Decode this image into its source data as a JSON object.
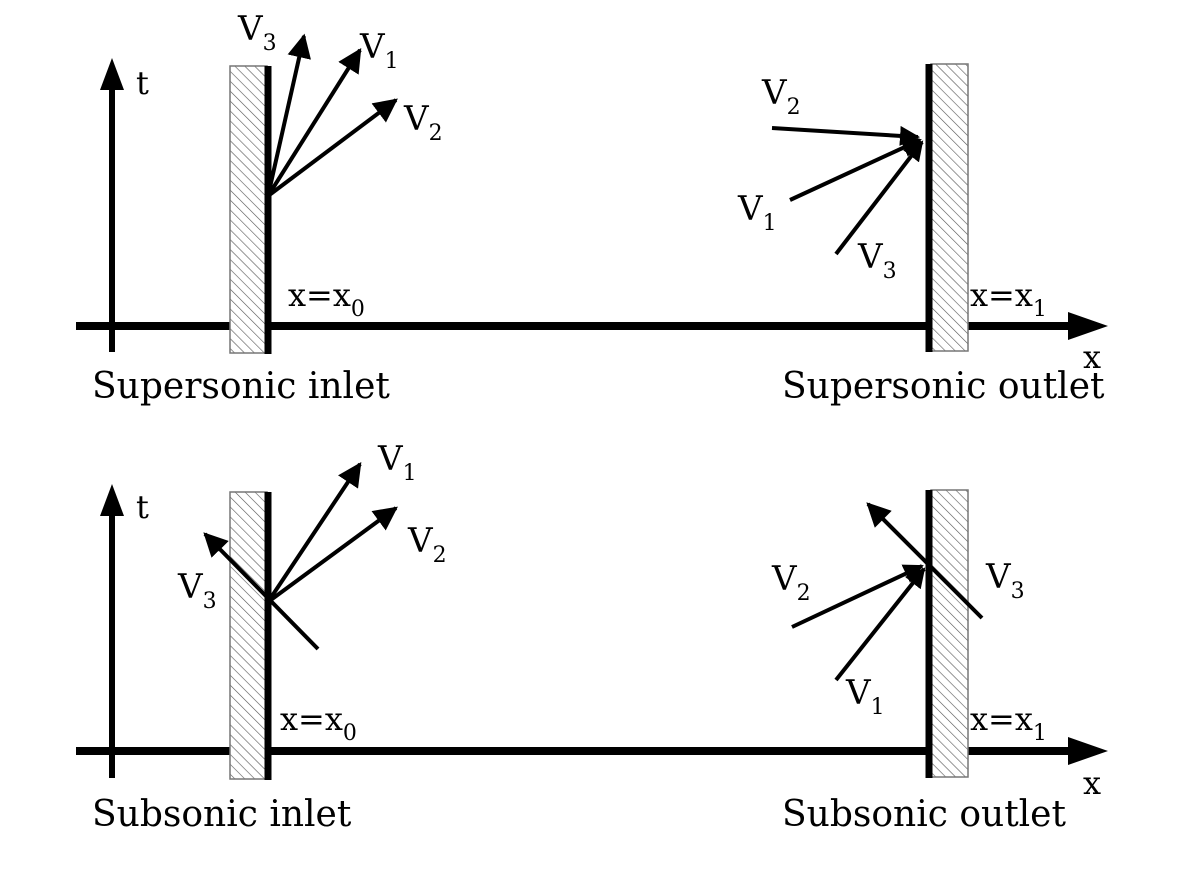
{
  "panels": {
    "top": {
      "t_axis": "t",
      "x_axis": "x",
      "inlet_position": {
        "x": "x=x",
        "sub": "0"
      },
      "outlet_position": {
        "x": "x=x",
        "sub": "1"
      },
      "inlet_caption": "Supersonic inlet",
      "outlet_caption": "Supersonic outlet",
      "inlet_labels": {
        "v1": "V",
        "v1_sub": "1",
        "v2": "V",
        "v2_sub": "2",
        "v3": "V",
        "v3_sub": "3"
      },
      "outlet_labels": {
        "v1": "V",
        "v1_sub": "1",
        "v2": "V",
        "v2_sub": "2",
        "v3": "V",
        "v3_sub": "3"
      }
    },
    "bottom": {
      "t_axis": "t",
      "x_axis": "x",
      "inlet_position": {
        "x": "x=x",
        "sub": "0"
      },
      "outlet_position": {
        "x": "x=x",
        "sub": "1"
      },
      "inlet_caption": "Subsonic inlet",
      "outlet_caption": "Subsonic outlet",
      "inlet_labels": {
        "v1": "V",
        "v1_sub": "1",
        "v2": "V",
        "v2_sub": "2",
        "v3": "V",
        "v3_sub": "3"
      },
      "outlet_labels": {
        "v1": "V",
        "v1_sub": "1",
        "v2": "V",
        "v2_sub": "2",
        "v3": "V",
        "v3_sub": "3"
      }
    }
  }
}
